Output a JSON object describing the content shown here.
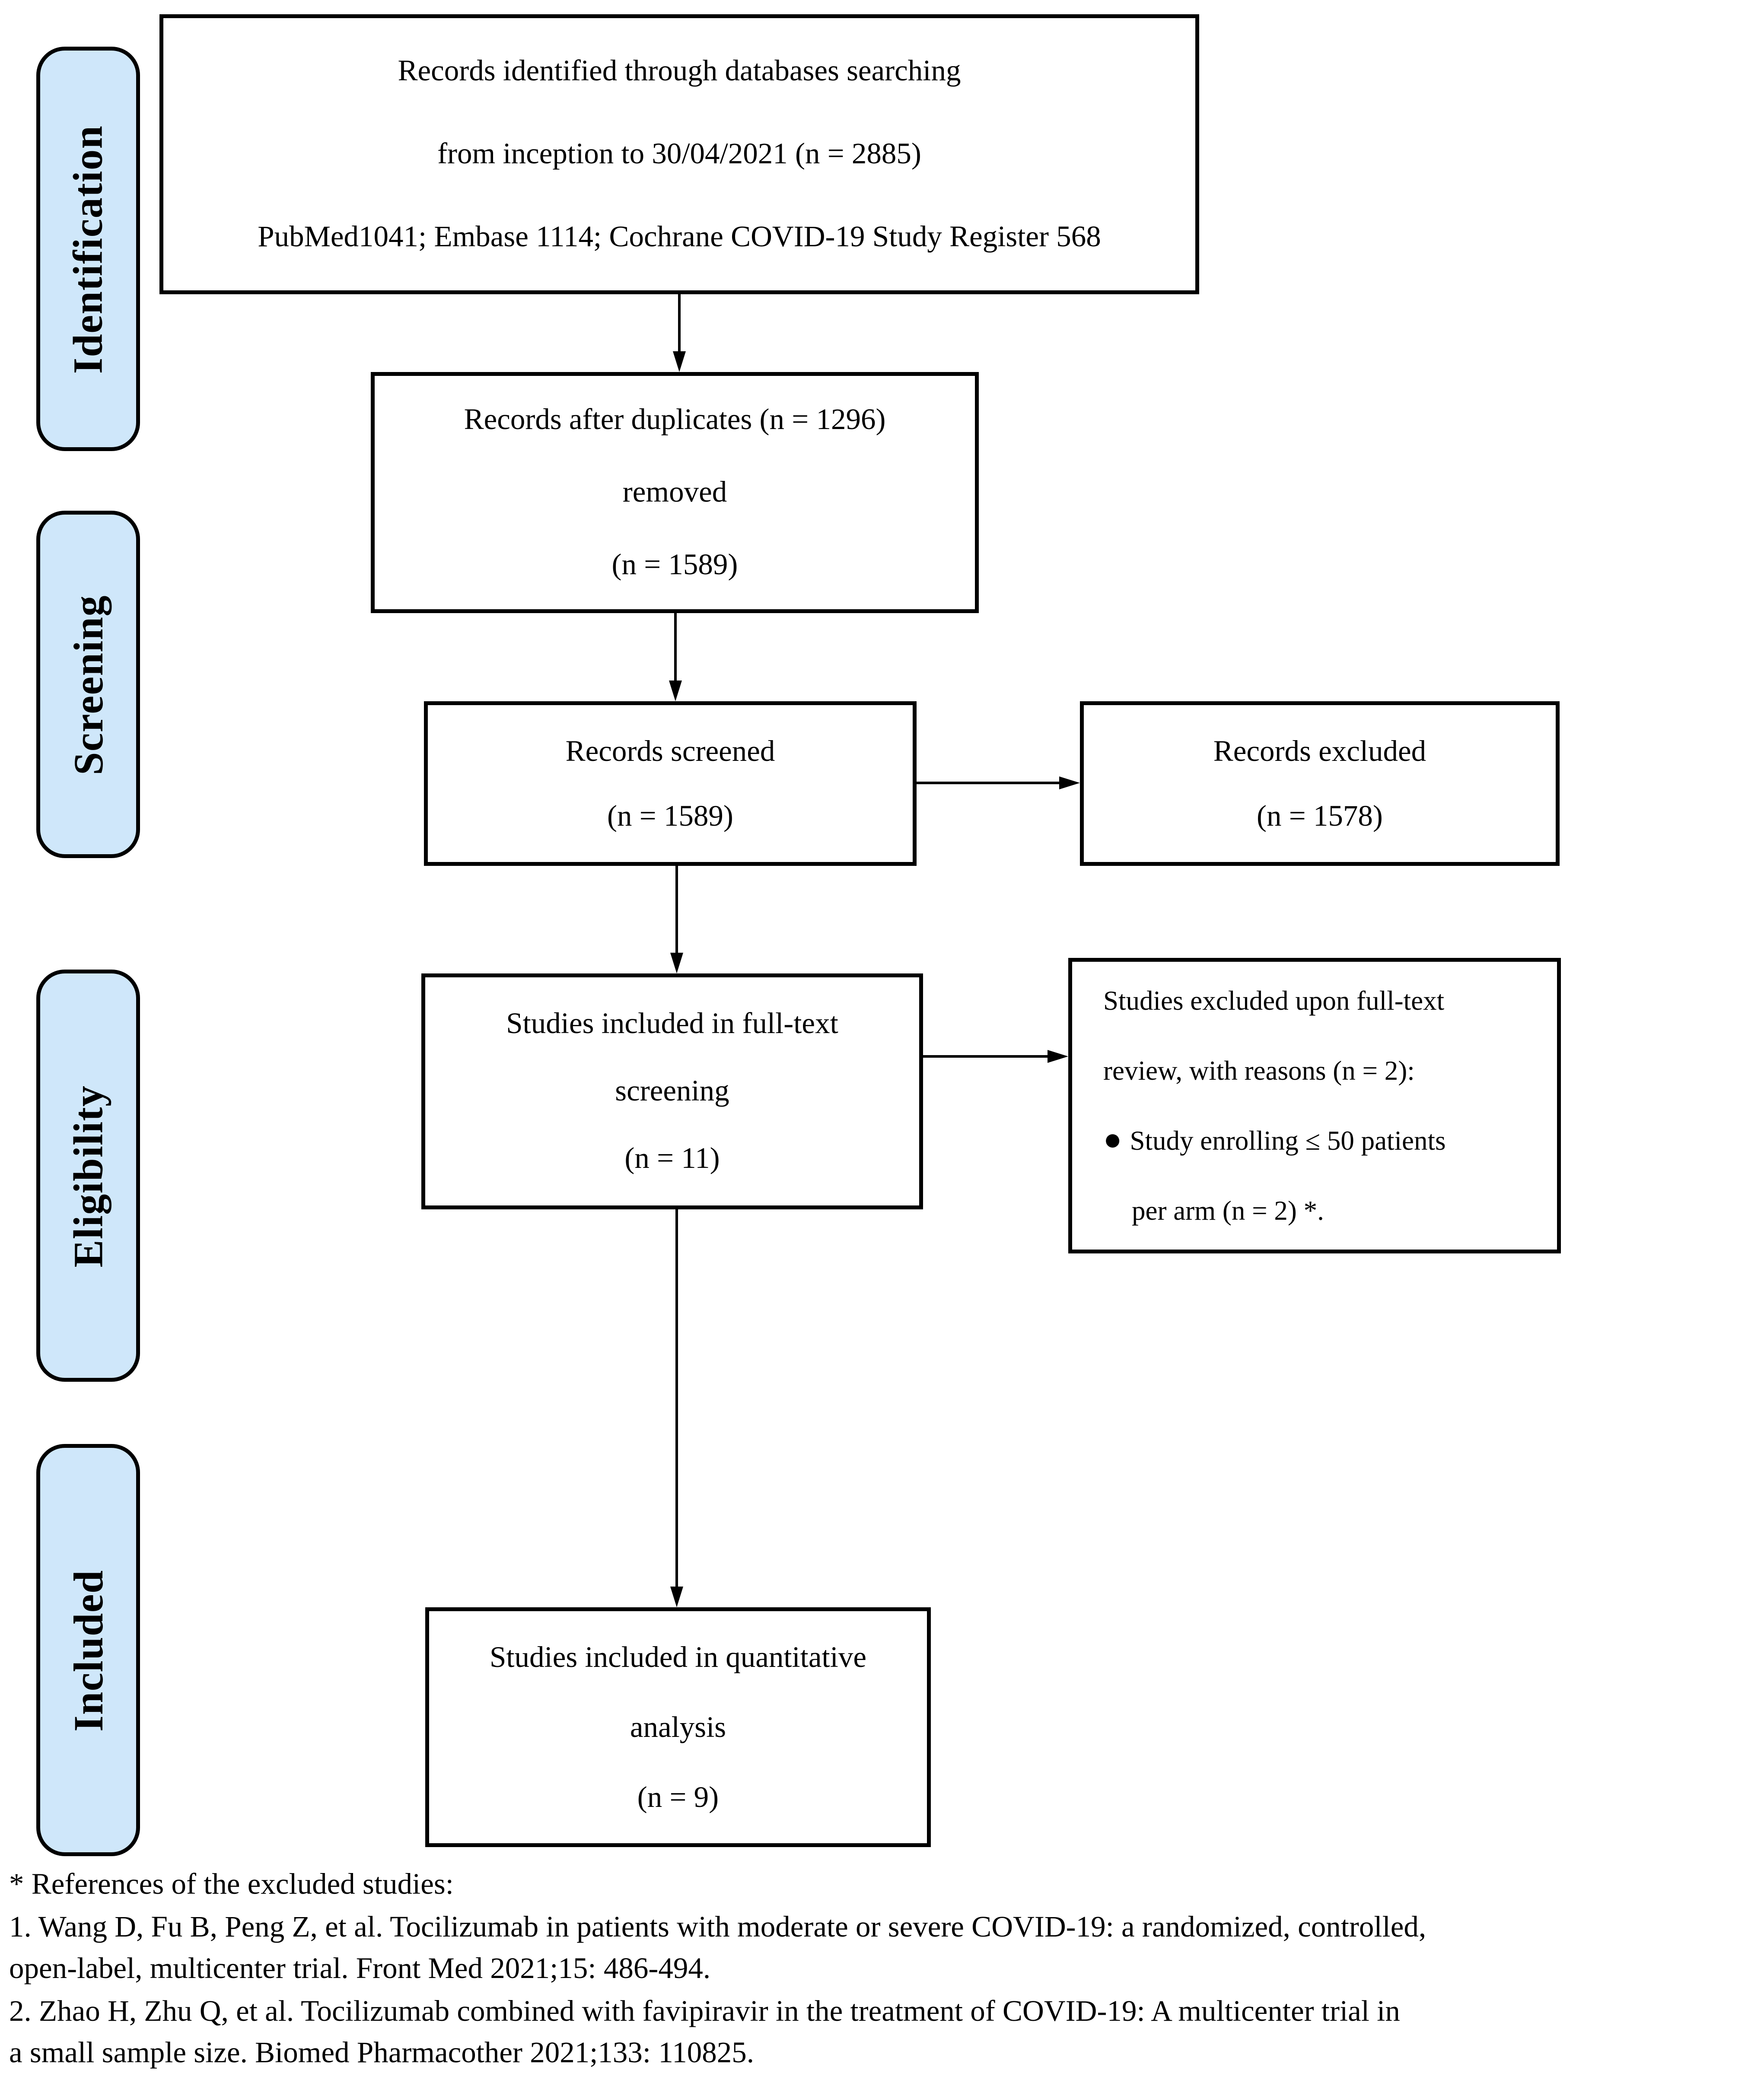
{
  "palette": {
    "stage_fill": "#cfe7fa",
    "box_fill": "#ffffff",
    "border": "#000000",
    "text": "#000000"
  },
  "stages": [
    {
      "label": "Identification"
    },
    {
      "label": "Screening"
    },
    {
      "label": "Eligibility"
    },
    {
      "label": "Included"
    }
  ],
  "boxes": {
    "identified": {
      "lines": [
        "Records identified through databases searching",
        "from inception to 30/04/2021 (n = 2885)",
        "PubMed1041; Embase 1114; Cochrane COVID-19 Study Register 568"
      ]
    },
    "deduplicated": {
      "lines": [
        "Records after duplicates (n = 1296)",
        "removed",
        "(n = 1589)"
      ]
    },
    "screened": {
      "lines": [
        "Records screened",
        "(n = 1589)"
      ]
    },
    "excluded": {
      "lines": [
        "Records excluded",
        "(n = 1578)"
      ]
    },
    "fulltext": {
      "lines": [
        "Studies included in full-text",
        "screening",
        "(n = 11)"
      ]
    },
    "fulltext_excluded": {
      "lines": [
        "Studies excluded upon full-text",
        "review, with reasons (n = 2):"
      ],
      "bullet": "●",
      "bullet_lines": [
        "Study enrolling ≤ 50 patients",
        "per arm (n = 2) *."
      ]
    },
    "included_quantitative": {
      "lines": [
        "Studies included in quantitative",
        "analysis",
        "(n = 9)"
      ]
    }
  },
  "footnotes": {
    "lines": [
      "* References of the excluded studies:",
      "1. Wang D, Fu B, Peng Z, et al. Tocilizumab in patients with moderate or severe COVID-19: a randomized, controlled,",
      "open-label, multicenter trial. Front Med 2021;15: 486-494.",
      "2. Zhao H, Zhu Q, et al. Tocilizumab combined with favipiravir in the treatment of COVID-19: A multicenter trial in",
      "a small sample size. Biomed Pharmacother 2021;133: 110825."
    ]
  }
}
